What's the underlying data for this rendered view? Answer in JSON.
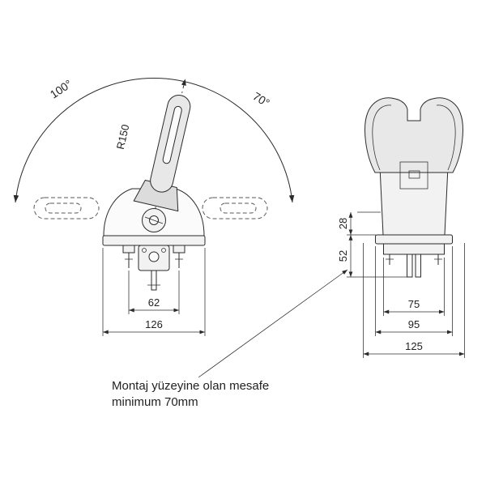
{
  "front_view": {
    "angle_left": "100°",
    "angle_right": "70°",
    "radius_label": "R150",
    "dim_stud_spacing": "62",
    "dim_base_width": "126"
  },
  "side_view": {
    "dim_height_upper": "28",
    "dim_height_lower": "52",
    "dim_inner_width": "75",
    "dim_mid_width": "95",
    "dim_overall_width": "125"
  },
  "note": {
    "line1": "Montaj yüzeyine olan mesafe",
    "line2": "minimum 70mm"
  },
  "colors": {
    "line": "#2b2b2b",
    "part_fill": "#e8e8e8",
    "background": "#ffffff"
  }
}
